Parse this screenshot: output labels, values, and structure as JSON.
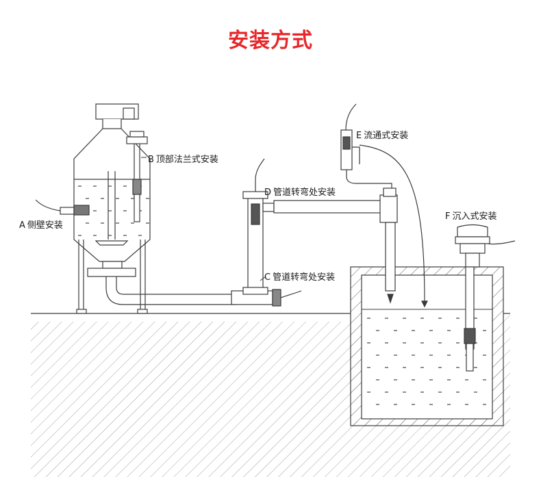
{
  "title": "安装方式",
  "colors": {
    "title": "#e8262a",
    "line": "#3a3a3a",
    "hatch": "#555555",
    "liquid": "#444444"
  },
  "labels": {
    "a": {
      "letter": "A",
      "text": "侧壁安装"
    },
    "b": {
      "letter": "B",
      "text": "顶部法兰式安装"
    },
    "c": {
      "letter": "C",
      "text": "管道转弯处安装"
    },
    "d": {
      "letter": "D",
      "text": "管道转弯处安装"
    },
    "e": {
      "letter": "E",
      "text": "流通式安装"
    },
    "f": {
      "letter": "F",
      "text": "沉入式安装"
    }
  }
}
